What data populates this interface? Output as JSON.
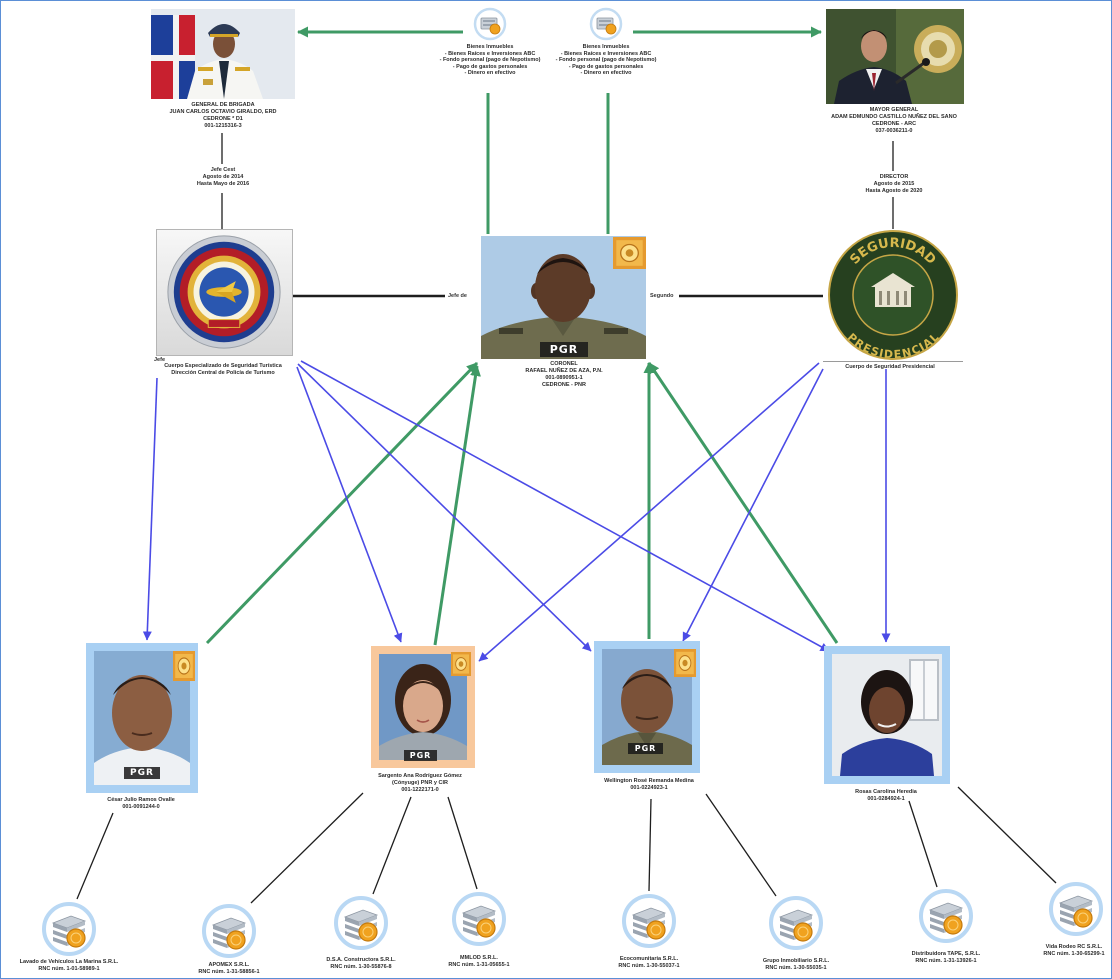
{
  "colors": {
    "border": "#5b8fd6",
    "green_arrow": "#3f9a65",
    "blue_arrow": "#4b4be6",
    "connector": "#1e1e1e",
    "frame_blue": "#a9d0f3",
    "frame_peach": "#f8c89c"
  },
  "icons": {
    "asset": "asset-icon",
    "company": "company-icon",
    "badge": "badge-icon"
  },
  "top_left_person": {
    "caption": [
      "GENERAL DE BRIGADA",
      "JUAN CARLOS OCTAVIO GIRALDO, ERD",
      "CEDRONE * D1",
      "001-1215316-3"
    ]
  },
  "top_left_link": {
    "label": [
      "Jefe Cest",
      "Agosto de 2014",
      "Hasta Mayo de 2016"
    ]
  },
  "assets": [
    {
      "caption": [
        "Bienes Inmuebles",
        "- Bienes Raíces e Inversiones ABC",
        "- Fondo personal (pago de Nepotismo)",
        "- Pago de gastos personales",
        "- Dinero en efectivo"
      ]
    },
    {
      "caption": [
        "Bienes Inmuebles",
        "- Bienes Raíces e Inversiones ABC",
        "- Fondo personal (pago de Nepotismo)",
        "- Pago de gastos personales",
        "- Dinero en efectivo"
      ]
    }
  ],
  "top_right_person": {
    "caption": [
      "MAYOR GENERAL",
      "ADAM EDMUNDO CASTILLO NUÑEZ DEL SANO",
      "CEDRONE - ARC",
      "037-0036211-0"
    ]
  },
  "top_right_link": {
    "label": [
      "DIRECTOR",
      "Agosto de 2015",
      "Hasta Agosto de 2020"
    ]
  },
  "left_org": {
    "caption": [
      "Jefe",
      "Cuerpo Especializado de Seguridad Turística",
      "Dirección Central de Policía de Turismo"
    ]
  },
  "right_org": {
    "caption": [
      "Cuerpo de Seguridad Presidencial"
    ],
    "seal_text": [
      "SEGURIDAD",
      "PRESIDENCIAL"
    ]
  },
  "center_person": {
    "caption": [
      "CORONEL",
      "RAFAEL NUÑEZ DE AZA, P.N.",
      "001-0890951-1",
      "CEDRONE - PNR"
    ],
    "stamp": "PGR"
  },
  "edge_labels": {
    "left": "Jefe de",
    "right": "Segundo"
  },
  "associates": [
    {
      "caption": [
        "César Julio Ramos Ovalle",
        "001-0091244-0"
      ],
      "stamp": "PGR"
    },
    {
      "caption": [
        "Sargento Ana Rodríguez Gómez",
        "(Cónyuge) PNR y CIR",
        "001-1222171-0"
      ],
      "stamp": "PGR"
    },
    {
      "caption": [
        "Wellington Rosé Remanda Medina",
        "001-0224923-1"
      ],
      "stamp": "PGR"
    },
    {
      "caption": [
        "Rosas Carolina Heredia",
        "001-0284924-1"
      ]
    }
  ],
  "companies": [
    {
      "caption": [
        "Lavado de Vehículos La Marina S.R.L.",
        "RNC núm. 1-01-58989-1"
      ]
    },
    {
      "caption": [
        "APOMEX S.R.L.",
        "RNC núm. 1-31-58856-1"
      ]
    },
    {
      "caption": [
        "D.S.A. Constructora S.R.L.",
        "RNC núm. 1-30-55876-8"
      ]
    },
    {
      "caption": [
        "MMLOD S.R.L.",
        "RNC núm. 1-31-05655-1"
      ]
    },
    {
      "caption": [
        "Ecocomunitaria S.R.L.",
        "RNC núm. 1-30-55037-1"
      ]
    },
    {
      "caption": [
        "Grupo Inmobiliario S.R.L.",
        "RNC núm. 1-30-55035-1"
      ]
    },
    {
      "caption": [
        "Distribuidora TAPE, S.R.L.",
        "RNC núm. 1-31-13926-1"
      ]
    },
    {
      "caption": [
        "Vida Rodeo RC S.R.L.",
        "RNC núm. 1-30-65299-1"
      ]
    }
  ]
}
